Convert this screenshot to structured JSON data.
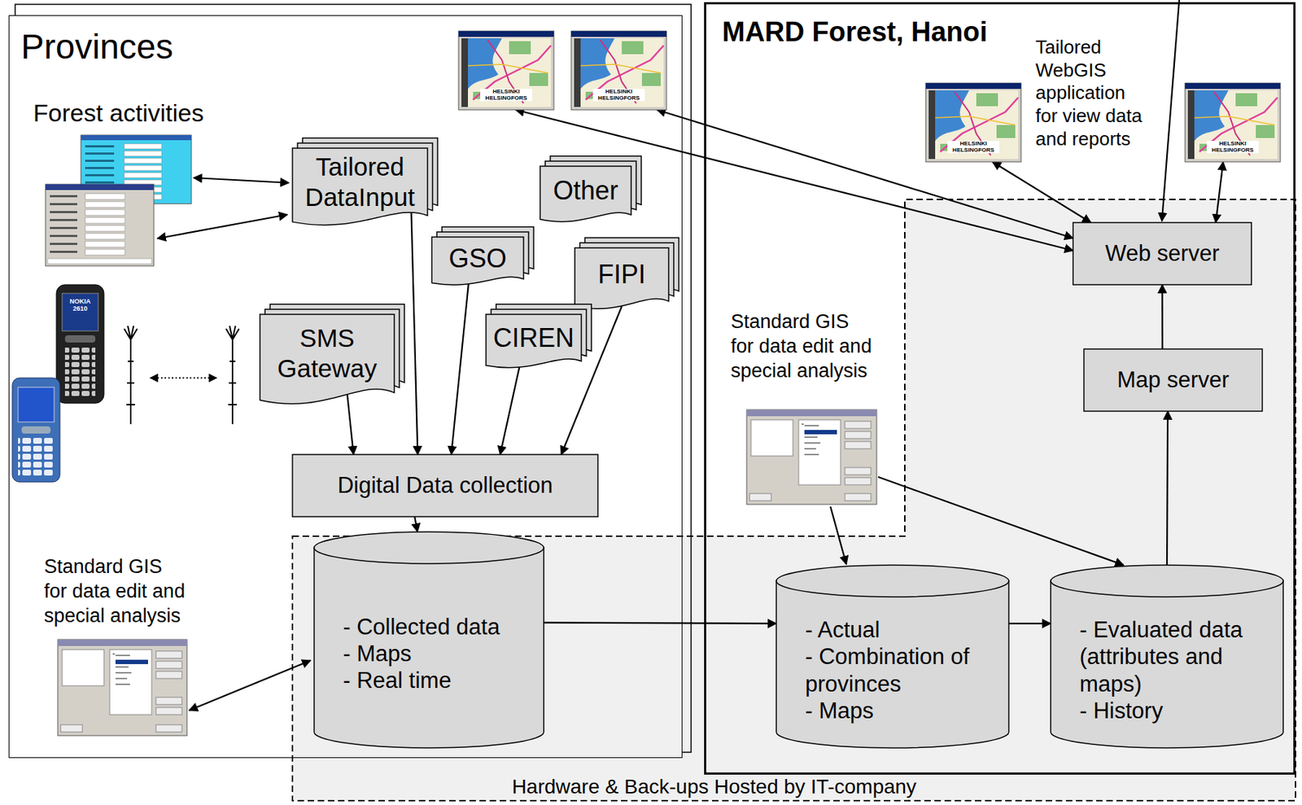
{
  "diagram": {
    "nodes": [
      {
        "text": [
          "Provinces"
        ]
      },
      {
        "text": [
          "HELSINKI HELSINGFORS"
        ],
        "in": 0
      },
      {
        "text": [
          "HELSINKI HELSINGFORS"
        ],
        "in": 0
      },
      {
        "text": [
          "Tailored DataInput"
        ],
        "in": 0
      },
      {
        "text": [
          "Other"
        ],
        "in": 0
      },
      {
        "text": [
          "GSO"
        ],
        "in": 0
      },
      {
        "text": [
          "FIPI"
        ],
        "in": 0
      },
      {
        "text": [
          "SMS Gateway"
        ],
        "in": 0
      },
      {
        "text": [
          "CIREN"
        ],
        "in": 0
      },
      {
        "text": [
          "Digital Data collection"
        ],
        "in": 0
      },
      {
        "text": [
          "MARD Forest, Hanoi"
        ]
      },
      {
        "text": [
          "HELSINKI HELSINGFORS"
        ],
        "in": 10
      },
      {
        "text": [
          "HELSINKI HELSINGFORS"
        ],
        "in": 10
      },
      {
        "text": [
          "Hardware & Back-ups Hosted by IT-company"
        ]
      },
      {
        "text": [
          "Web server"
        ],
        "in": 13
      },
      {
        "text": [
          "Map server"
        ],
        "in": 13
      },
      {
        "text": [
          "- Collected data",
          "- Maps",
          "- Real time"
        ],
        "in": 13
      },
      {
        "text": [
          "- Actual",
          "- Combination of provinces",
          "- Maps"
        ],
        "in": 13
      },
      {
        "text": [
          "- Evaluated data (attributes and maps)",
          "- History"
        ],
        "in": 13
      }
    ],
    "edges": [
      {
        "from": 7,
        "to": 9,
        "arrow": "to"
      },
      {
        "from": 3,
        "to": 9,
        "arrow": "to"
      },
      {
        "from": 5,
        "to": 9,
        "arrow": "to"
      },
      {
        "from": 8,
        "to": 9,
        "arrow": "to"
      },
      {
        "from": 6,
        "to": 9,
        "arrow": "to"
      },
      {
        "from": 9,
        "to": 16,
        "arrow": "to"
      },
      {
        "from": 16,
        "to": 17,
        "arrow": "to"
      },
      {
        "from": 17,
        "to": 18,
        "arrow": "to"
      },
      {
        "from": 18,
        "to": 15,
        "arrow": "to"
      },
      {
        "from": 15,
        "to": 14,
        "arrow": "to"
      },
      {
        "from": 1,
        "to": 14,
        "arrow": "both"
      },
      {
        "from": 2,
        "to": 14,
        "arrow": "both"
      },
      {
        "from": 11,
        "to": 14,
        "arrow": "both"
      },
      {
        "from": 12,
        "to": 14,
        "arrow": "both"
      }
    ],
    "labels": [
      "Forest activities",
      "Standard GIS for data edit and special analysis",
      "Standard GIS for data edit and special analysis",
      "Tailored WebGIS application for view data and reports",
      "NOKIA 2610"
    ]
  }
}
